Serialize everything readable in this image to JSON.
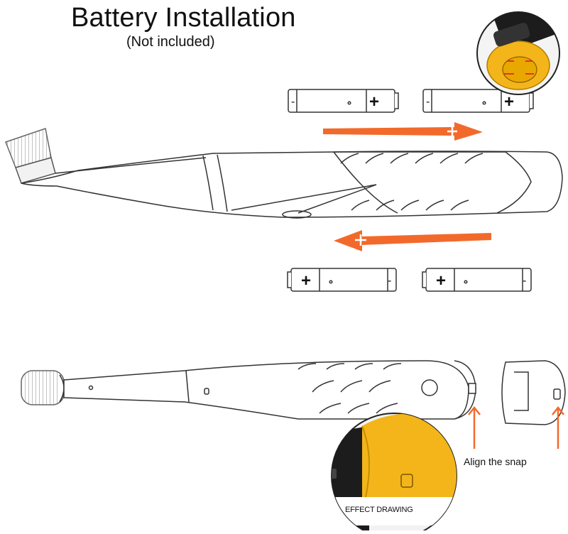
{
  "title": "Battery Installation",
  "subtitle": "(Not included)",
  "battery_plus": "+",
  "battery_minus": "-",
  "snap_label": "Align the snap",
  "effect_label": "EFFECT DRAWING",
  "colors": {
    "arrow": "#f26a2b",
    "cap_yellow": "#f3b51a",
    "cap_dark": "#1c1c1c",
    "outline": "#333333"
  },
  "icons": [
    "battery-icon",
    "arrow-right-icon",
    "arrow-left-icon",
    "arrow-up-icon",
    "plus-icon"
  ]
}
